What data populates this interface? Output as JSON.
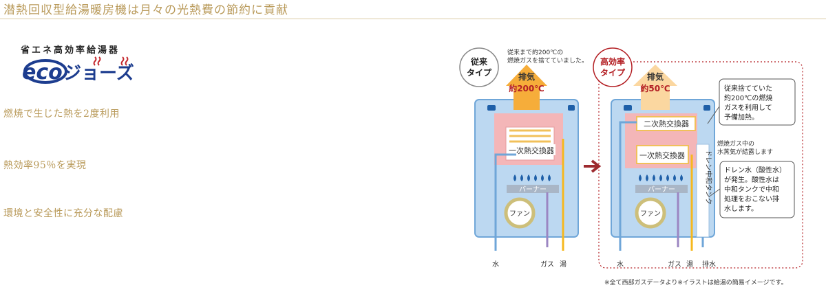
{
  "page_title": "潜熱回収型給湯暖房機は月々の光熱費の節約に貢献",
  "logo": {
    "caption": "省エネ高効率給湯器",
    "wordmark": "ecoジョーズ",
    "color": "#1d3d8f"
  },
  "features": [
    "燃焼で生じた熱を2度利用",
    "熱効率95％を実現",
    "環境と安全性に充分な配慮"
  ],
  "conventional": {
    "badge": [
      "従来",
      "タイプ"
    ],
    "note": [
      "従来まで約200℃の",
      "燃焼ガスを捨てていました。"
    ],
    "exhaust": "排気",
    "exhaust_temp": "約200℃",
    "exchanger": "一次熱交換器",
    "burner": "バーナー",
    "fan": "ファン",
    "pipes": [
      "水",
      "ガス",
      "湯"
    ]
  },
  "high_efficiency": {
    "badge": [
      "高効率",
      "タイプ"
    ],
    "exhaust": "排気",
    "exhaust_temp": "約50℃",
    "secondary_exchanger": "二次熱交換器",
    "primary_exchanger": "一次熱交換器",
    "drain_tank": "ドレン中和タンク",
    "burner": "バーナー",
    "fan": "ファン",
    "pipes": [
      "水",
      "ガス",
      "湯",
      "排水"
    ],
    "callout1": [
      "従来捨てていた",
      "約200℃の燃焼",
      "ガスを利用して",
      "予備加熱。"
    ],
    "note2": [
      "燃焼ガス中の",
      "水蒸気が結露します"
    ],
    "callout2": [
      "ドレン水（酸性水）",
      "が発生。酸性水は",
      "中和タンクで中和",
      "処理をおこない排",
      "水します。"
    ]
  },
  "footnote": "※全て西部ガスデータより※イラストは給湯の簡易イメージです。",
  "colors": {
    "title": "#b99a5a",
    "unit": "#bcd8f1",
    "arrow": "#f6ad3a",
    "accent": "#b31e23",
    "flame": "#1e5fa8"
  }
}
